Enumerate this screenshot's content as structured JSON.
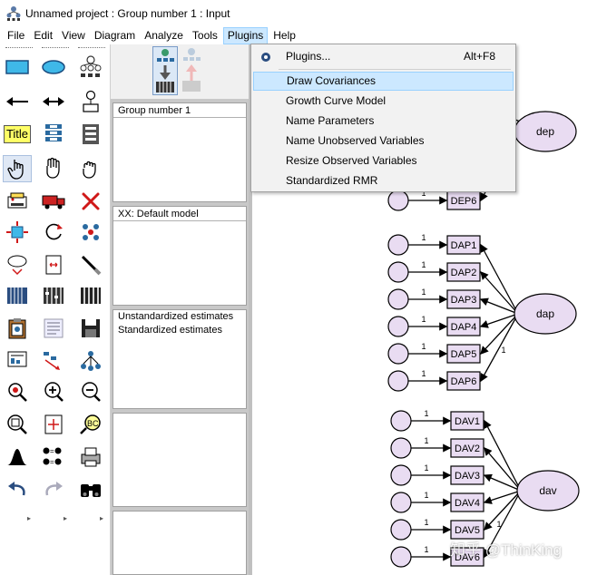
{
  "window": {
    "title": "Unnamed project : Group number 1 : Input"
  },
  "menubar": {
    "items": [
      {
        "label": "File"
      },
      {
        "label": "Edit"
      },
      {
        "label": "View"
      },
      {
        "label": "Diagram"
      },
      {
        "label": "Analyze"
      },
      {
        "label": "Tools"
      },
      {
        "label": "Plugins"
      },
      {
        "label": "Help"
      }
    ]
  },
  "plugins_menu": {
    "items": [
      {
        "label": "Plugins...",
        "shortcut": "Alt+F8"
      },
      {
        "label": "Draw Covariances"
      },
      {
        "label": "Growth Curve Model"
      },
      {
        "label": "Name Parameters"
      },
      {
        "label": "Name Unobserved Variables"
      },
      {
        "label": "Resize Observed Variables"
      },
      {
        "label": "Standardized RMR"
      }
    ]
  },
  "toolbox": {
    "title_tool_label": "Title"
  },
  "panels": {
    "groups": {
      "header": "Group number 1"
    },
    "models": {
      "header": "XX: Default model"
    },
    "estimates": {
      "header": "Unstandardized estimates",
      "line2": "Standardized estimates"
    }
  },
  "diagram": {
    "latents": [
      "dep",
      "dap",
      "dav"
    ],
    "dep_items": [
      "DEP6"
    ],
    "dap_items": [
      "DAP1",
      "DAP2",
      "DAP3",
      "DAP4",
      "DAP5",
      "DAP6"
    ],
    "dav_items": [
      "DAV1",
      "DAV2",
      "DAV3",
      "DAV4",
      "DAV5",
      "DAV6"
    ],
    "weight_label": "1"
  },
  "watermark": "知乎 @ThinKing",
  "colors": {
    "node_fill": "#e9dcf2",
    "menu_highlight": "#cce8ff"
  }
}
